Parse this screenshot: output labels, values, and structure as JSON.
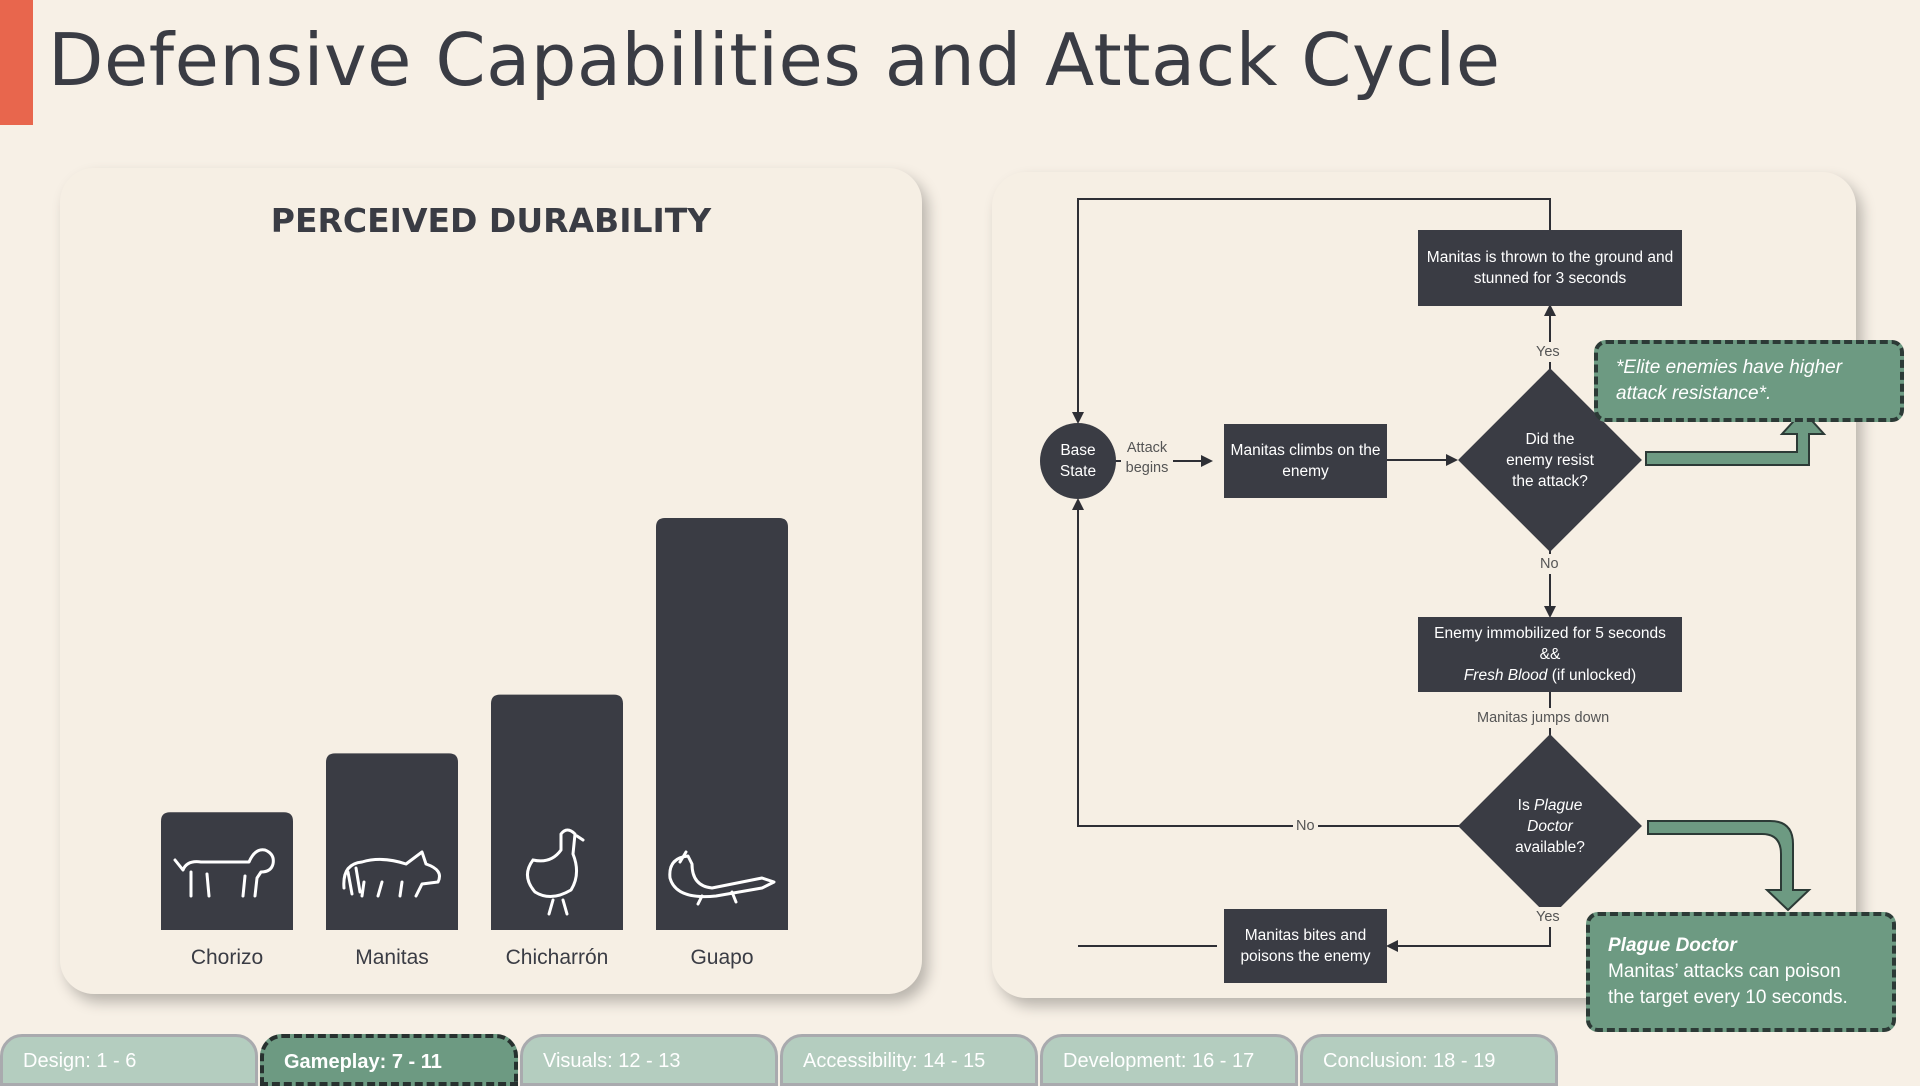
{
  "slide_title": "Defensive Capabilities and Attack Cycle",
  "chart_data": {
    "type": "bar",
    "title": "PERCEIVED DURABILITY",
    "categories": [
      "Chorizo",
      "Manitas",
      "Chicharrón",
      "Guapo"
    ],
    "values": [
      2,
      3,
      4,
      7
    ],
    "ylim": [
      0,
      7
    ],
    "icons": [
      "dachshund-icon",
      "raccoon-icon",
      "chicken-icon",
      "alligator-icon"
    ],
    "bar_color": "#3a3c44",
    "grid": false
  },
  "flowchart": {
    "base_state": {
      "line1": "Base",
      "line2": "State"
    },
    "attack_begins": {
      "line1": "Attack",
      "line2": "begins"
    },
    "climbs": {
      "line1": "Manitas climbs on the",
      "line2": "enemy"
    },
    "resist_decision": {
      "line1": "Did the",
      "line2": "enemy resist",
      "line3": "the attack?"
    },
    "yes_label_1": "Yes",
    "no_label_1": "No",
    "stunned": {
      "line1": "Manitas is thrown to the ground and",
      "line2": "stunned for 3 seconds"
    },
    "immobilized": {
      "line1": "Enemy immobilized for 5 seconds",
      "line2": "&&",
      "line3_italic": "Fresh Blood",
      "line3_rest": " (if unlocked)"
    },
    "jumps_down": "Manitas jumps down",
    "plague_decision": {
      "line1_pre": "Is ",
      "line1_italic": "Plague",
      "line2_italic": "Doctor",
      "line3": "available?"
    },
    "no_label_2": "No",
    "yes_label_2": "Yes",
    "bites": {
      "line1": "Manitas bites and",
      "line2": "poisons the enemy"
    }
  },
  "notes": {
    "elite": {
      "line1": "*Elite enemies have higher",
      "line2": "attack resistance*."
    },
    "plague": {
      "title": "Plague Doctor",
      "line1": "Manitas’ attacks can poison",
      "line2": "the target every 10 seconds."
    }
  },
  "colors": {
    "accent": "#e8664d",
    "dark": "#3a3c44",
    "green": "#6d9a82",
    "tab_inactive": "#b4cdbf",
    "background": "#f7f0e6"
  },
  "nav_tabs": [
    {
      "label": "Design: 1 - 6",
      "active": false
    },
    {
      "label": "Gameplay: 7 - 11",
      "active": true
    },
    {
      "label": "Visuals: 12 - 13",
      "active": false
    },
    {
      "label": "Accessibility: 14 - 15",
      "active": false
    },
    {
      "label": "Development: 16 - 17",
      "active": false
    },
    {
      "label": "Conclusion: 18 - 19",
      "active": false
    }
  ]
}
